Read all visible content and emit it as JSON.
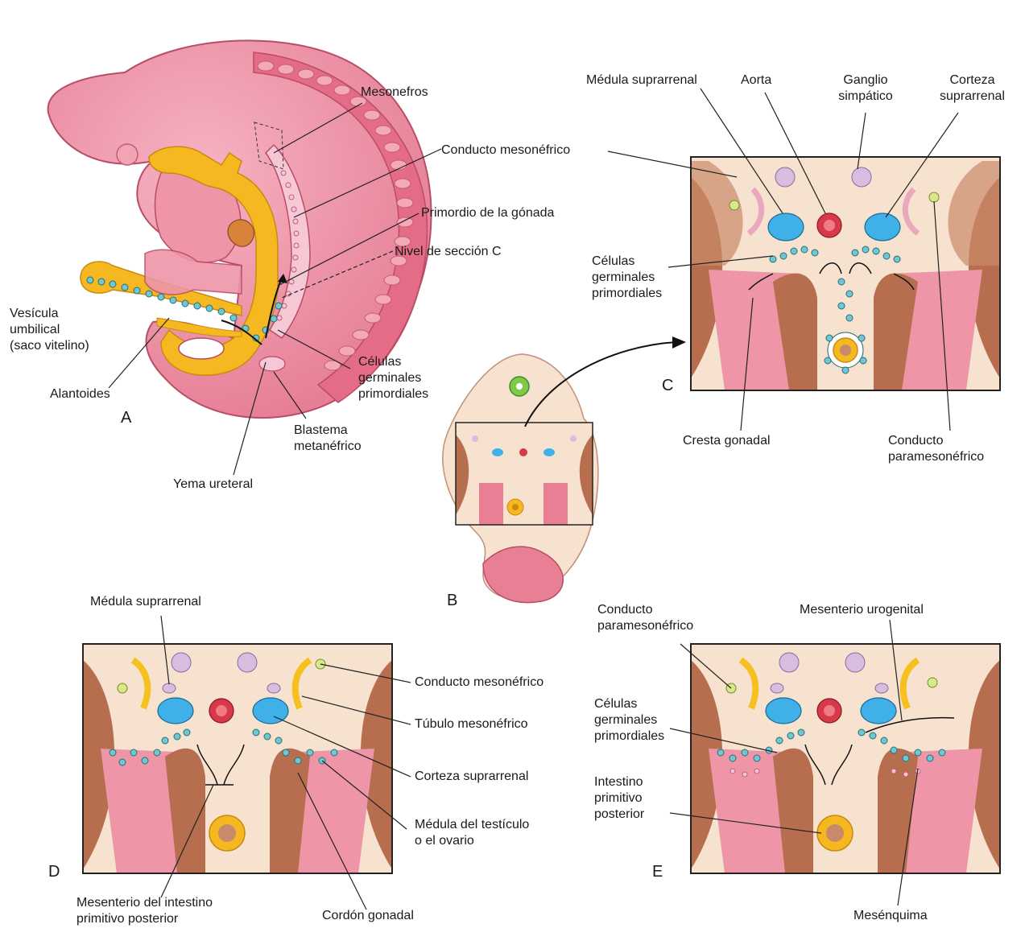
{
  "panels": {
    "a": "A",
    "b": "B",
    "c": "C",
    "d": "D",
    "e": "E"
  },
  "labels_a": {
    "mesonefros": "Mesonefros",
    "conducto_mesonefrico": "Conducto mesonéfrico",
    "primordio_gonada": "Primordio de la gónada",
    "nivel_seccion": "Nivel de sección C",
    "vesicula_umbilical": "Vesícula\numbilical\n(saco vitelino)",
    "alantoides": "Alantoides",
    "celulas_germinales": "Células\ngerminales\nprimordiales",
    "blastema": "Blastema\nmetanéfrico",
    "yema_ureteral": "Yema ureteral"
  },
  "labels_c": {
    "medula_suprarrenal": "Médula suprarrenal",
    "aorta": "Aorta",
    "ganglio": "Ganglio\nsimpático",
    "corteza": "Corteza\nsuprarrenal",
    "celulas_germinales": "Células\ngerminales\nprimordiales",
    "cresta_gonadal": "Cresta gonadal",
    "conducto_paramesonefrico": "Conducto\nparamesonéfrico"
  },
  "labels_d": {
    "medula_suprarrenal": "Médula suprarrenal",
    "conducto_mesonefrico": "Conducto mesonéfrico",
    "tubulo_mesonefrico": "Túbulo mesonéfrico",
    "corteza_suprarrenal": "Corteza suprarrenal",
    "medula_testiculo": "Médula del testículo\no el ovario",
    "mesenterio_intestino": "Mesenterio del intestino\nprimitivo posterior",
    "cordon_gonadal": "Cordón gonadal"
  },
  "labels_e": {
    "conducto_paramesonefrico": "Conducto\nparamesonéfrico",
    "mesenterio_urogenital": "Mesenterio urogenital",
    "celulas_germinales": "Células\ngerminales\nprimordiales",
    "intestino": "Intestino\nprimitivo\nposterior",
    "mesenquima": "Mesénquima"
  },
  "colors": {
    "embryo_pink": "#e87f95",
    "embryo_light": "#f3b3c0",
    "yolk_yellow": "#f5b820",
    "section_bg": "#f7e2cf",
    "muscle_brown": "#b76e4e",
    "adrenal_blue": "#3fb0e8",
    "aorta_red": "#d63a4a",
    "ganglion_lilac": "#d8bde0",
    "germ_teal": "#3c8f98"
  }
}
